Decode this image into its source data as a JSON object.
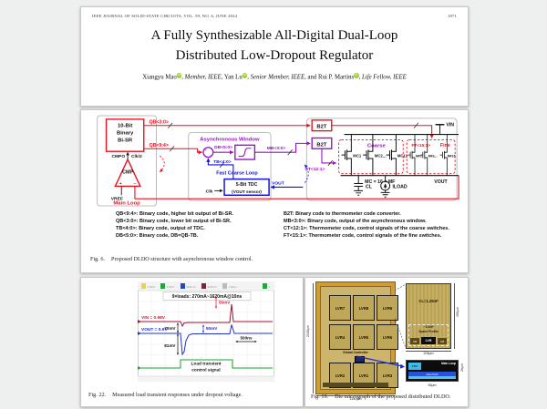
{
  "header": {
    "journal": "IEEE JOURNAL OF SOLID-STATE CIRCUITS, VOL. 59, NO. 6, JUNE 2024",
    "page_no": "1871",
    "title1": "A Fully Synthesizable All-Digital Dual-Loop",
    "title2": "Distributed Low-Dropout Regulator",
    "authors": [
      {
        "v": "Xiangyu Mao"
      },
      {
        "v": ", Member, IEEE"
      },
      {
        "v": ", "
      },
      {
        "v": "Yan Lu"
      },
      {
        "v": ", Senior Member, IEEE"
      },
      {
        "v": ", and "
      },
      {
        "v": "Rui P. Martins"
      },
      {
        "v": ", Life Fellow, IEEE"
      }
    ],
    "orcid_label": "iD"
  },
  "fig6": {
    "caption": {
      "label": "Fig. 6.",
      "text": "Proposed DLDO structure with asynchronous window control."
    },
    "blocks": {
      "bisr1": "10-Bit",
      "bisr2": "Binary",
      "bisr3": "Bi-SR",
      "cmp": "CMP",
      "plus": "+",
      "minus": "−",
      "cmpo": "CMPO",
      "clk2": "Clk/2",
      "vref": "VREF",
      "main_loop": "Main Loop",
      "async_window": "Asynchronous Window",
      "fast_coarse_loop": "Fast Coarse Loop",
      "tdc1": "5-Bit TDC",
      "tdc2": "(VOUT sensor)",
      "clk": "Clk",
      "b2t_top": "B2T",
      "b2t_bottom": "B2T",
      "coarse": "Coarse",
      "fine": "Fine",
      "vin": "VIN",
      "vout_rail": "VOUT",
      "vout_sense": "VOUT",
      "mc_eq": "MC = 16 × MF",
      "cl": "CL",
      "iload": "ILOAD",
      "mc1": "MC1",
      "mc2": "MC2",
      "mc12": "MC12",
      "dots_c": "...",
      "mf1": "MF1",
      "mf2": "MF2",
      "mf15": "MF15",
      "dots_f": "..."
    },
    "signals": {
      "qb_top": "QB<3:0>",
      "qb_mid": "QB<9:4>",
      "db": "DB<5:0>",
      "mb": "MB<3:0>",
      "tb": "TB<4:0>",
      "ct": "CT<12:1>",
      "ft": "FT<15:1>"
    },
    "legend_left": [
      "QB<9:4>: Binary code, higher bit output of Bi-SR.",
      "QB<3:0>: Binary code, lower bit output of Bi-SR.",
      "TB<4:0>: Binary code, output of TDC.",
      "DB<5:0>: Binary code, DB=QB-TB."
    ],
    "legend_right": [
      "B2T: Binary code to thermometer code converter.",
      "MB<3:0>: Binary code, output of the asynchronous window.",
      "CT<12:1>: Thermometer code, control signals of the coarse switches.",
      "FT<15:1>: Thermometer code, control signals of the fine switches."
    ]
  },
  "fig22": {
    "caption": {
      "label": "Fig. 22.",
      "text": "Measured load transient responses under dropout voltage."
    },
    "osc": {
      "title": "9×loads: 270mA~1620mA@10ns",
      "vin_label": "VIN = 0.98V",
      "vout_label": "VOUT = 0.9V",
      "meas_drop": "70mV",
      "meas_undershoot": "81mV",
      "meas_spike_red": "50mV",
      "meas_overshoot_blue": "50mV",
      "time_scale": "500ns",
      "ctrl_label1": "Load transient",
      "ctrl_label2": "control signal",
      "channels": [
        {
          "color": "#e6d44a",
          "text": "1.00V/"
        },
        {
          "color": "#1fa83a",
          "text": "1.00V/"
        },
        {
          "color": "#2746b8",
          "text": "500mV/"
        },
        {
          "color": "#8f1b2e",
          "text": "500mV/"
        },
        {
          "color": "#bbbbbb",
          "text": "1.00μs"
        },
        {
          "color": "#1fa83a",
          "text": "2"
        }
      ]
    }
  },
  "fig19": {
    "caption": {
      "label": "Fig. 19.",
      "text": "Die micrograph of the proposed distributed DLDO."
    },
    "lvr_labels": [
      "LVR7",
      "LVR8",
      "LVR9",
      "LVR4",
      "LVR5",
      "LVR6",
      "LVR2",
      "LVR1",
      "LVR3"
    ],
    "global_controller": "Global Controller",
    "dim_height": "2100μm",
    "dim_width": "1440μm",
    "zoom_block": {
      "cl_label": "CL=1.25nF",
      "spare1": "~1.5nF",
      "spare2": "Spare Profile",
      "lvr": "LVR",
      "cb_left": "CB",
      "cb_right": "CB",
      "dim_h": "450μm",
      "dim_w": "205μm"
    },
    "strip": {
      "tdc": "TDC",
      "main_loop": "Main Loop",
      "fast_path": "Fast Path",
      "dim_w": "55μm",
      "dim_h": "26μm"
    }
  },
  "colors": {
    "red": "#e8101e",
    "purple": "#9a10c8",
    "blue": "#1212e0",
    "scope_vin_trace": "#a01235",
    "scope_vout_trace": "#2233cc",
    "scope_green": "#18a32a",
    "orcid_green": "#a6ce39",
    "die_gold": "#cf9c36"
  }
}
